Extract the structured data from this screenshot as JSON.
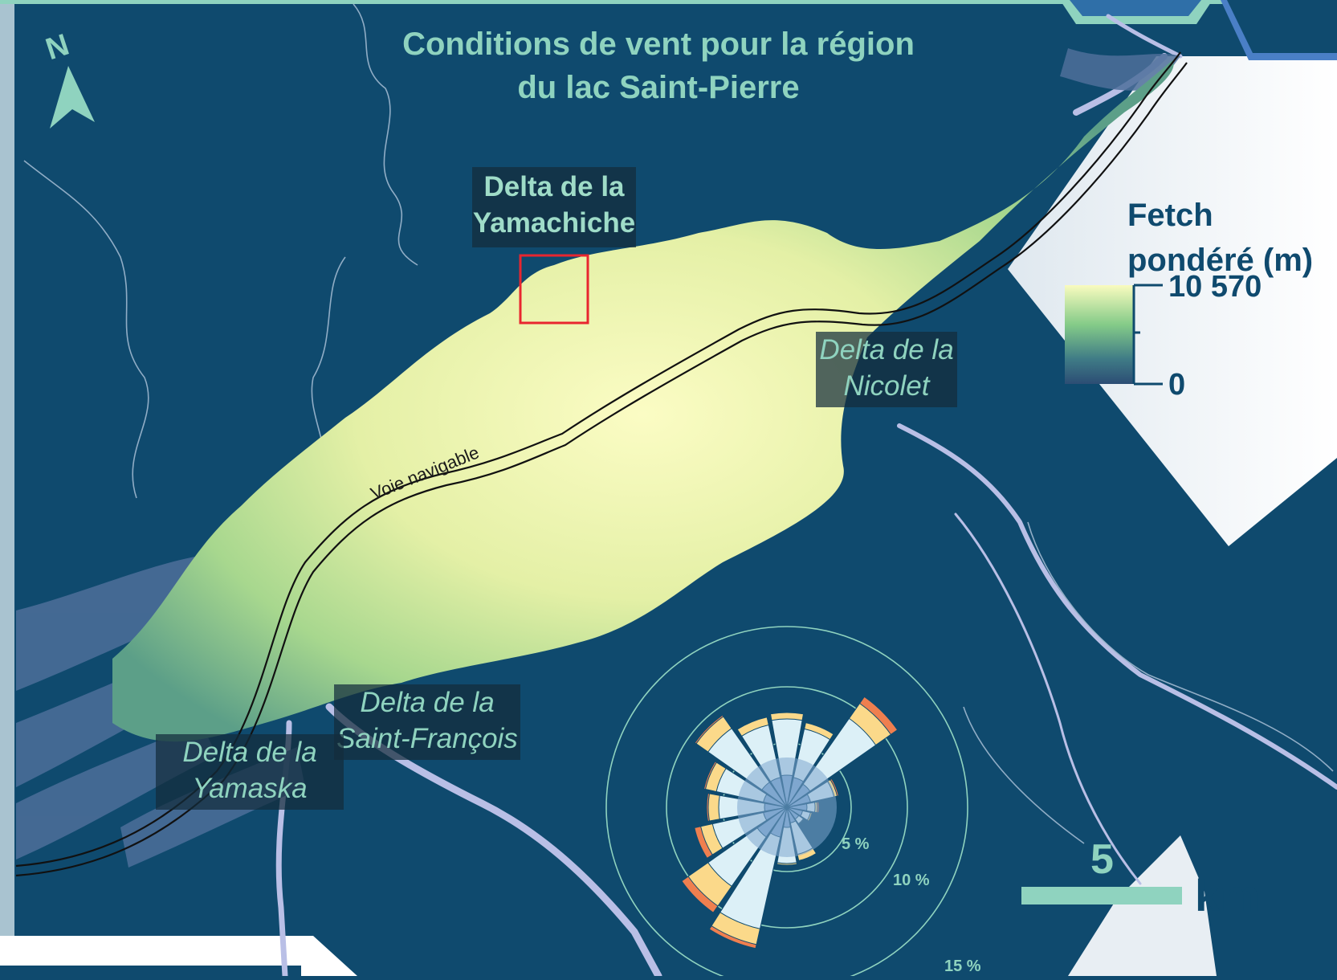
{
  "map": {
    "title_line1": "Conditions de vent pour la région",
    "title_line2": "du lac Saint-Pierre",
    "north_label": "N",
    "waterway_label": "Voie navigable",
    "deltas": {
      "yamachiche": [
        "Delta de la",
        "Yamachiche"
      ],
      "nicolet": [
        "Delta de la",
        "Nicolet"
      ],
      "saint_francois": [
        "Delta de la",
        "Saint-François"
      ],
      "yamaska": [
        "Delta de la",
        "Yamaska"
      ]
    },
    "legend": {
      "title_line1": "Fetch",
      "title_line2": "pondéré (m)",
      "max_label": "10 570",
      "min_label": "0",
      "gradient_colors": [
        "#f9fbbf",
        "#84cb88",
        "#3f7b86",
        "#2c4d74"
      ]
    },
    "scale": {
      "value": "5",
      "unit": "km"
    },
    "wind_rose": {
      "ring_labels": [
        "5 %",
        "10 %",
        "15 %"
      ],
      "speed_colors": [
        "#7fa7cf",
        "#dcf0f7",
        "#fbd98a",
        "#ef7f4f"
      ]
    },
    "colors": {
      "background": "#0f4a6e",
      "accent": "#8fd3bf",
      "highlight_box": "#e8262f"
    }
  }
}
